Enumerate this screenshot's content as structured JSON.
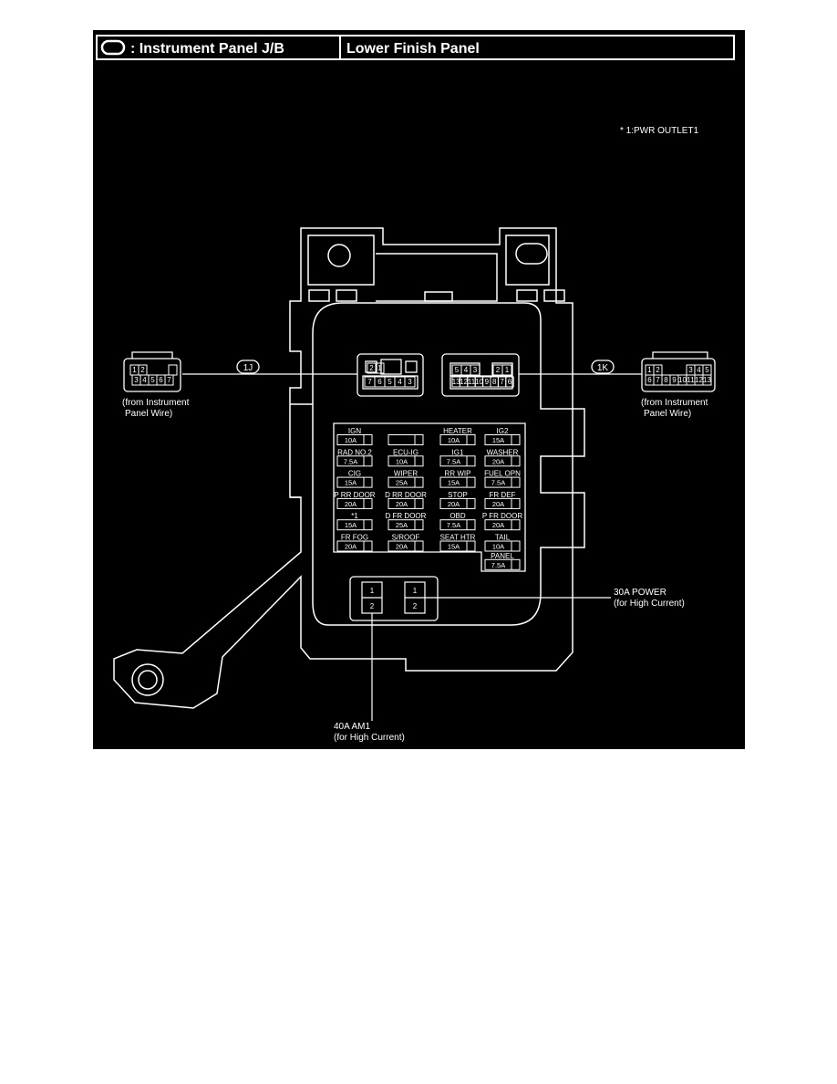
{
  "header": {
    "left_title": ": Instrument Panel J/B",
    "right_title": "Lower Finish Panel"
  },
  "footnote": "* 1:PWR OUTLET1",
  "connectors": {
    "left": {
      "callout": "1J",
      "source_line1": "(from Instrument",
      "source_line2": "Panel Wire)",
      "pins_top": [
        "1",
        "2"
      ],
      "pins_bottom": [
        "3",
        "4",
        "5",
        "6",
        "7"
      ],
      "jb_pins_top": [
        "2",
        "1"
      ],
      "jb_pins_bottom": [
        "7",
        "6",
        "5",
        "4",
        "3"
      ]
    },
    "right": {
      "callout": "1K",
      "source_line1": "(from Instrument",
      "source_line2": "Panel Wire)",
      "pins_top_left": [
        "1",
        "2"
      ],
      "pins_top_right": [
        "3",
        "4",
        "5"
      ],
      "pins_bottom": [
        "6",
        "7",
        "8",
        "9",
        "10",
        "11",
        "12",
        "13"
      ],
      "jb_pins_top_left": [
        "5",
        "4",
        "3"
      ],
      "jb_pins_top_right": [
        "2",
        "1"
      ],
      "jb_pins_bottom": [
        "13",
        "12",
        "11",
        "10",
        "9",
        "8",
        "7",
        "6"
      ]
    }
  },
  "fuses": {
    "grid": [
      [
        {
          "name": "IGN",
          "amp": "10A"
        },
        {
          "name": "",
          "amp": ""
        },
        {
          "name": "HEATER",
          "amp": "10A"
        },
        {
          "name": "IG2",
          "amp": "15A"
        }
      ],
      [
        {
          "name": "RAD NO.2",
          "amp": "7.5A"
        },
        {
          "name": "ECU-IG",
          "amp": "10A"
        },
        {
          "name": "IG1",
          "amp": "7.5A"
        },
        {
          "name": "WASHER",
          "amp": "20A"
        }
      ],
      [
        {
          "name": "CIG",
          "amp": "15A"
        },
        {
          "name": "WIPER",
          "amp": "25A"
        },
        {
          "name": "RR WIP",
          "amp": "15A"
        },
        {
          "name": "FUEL OPN",
          "amp": "7.5A"
        }
      ],
      [
        {
          "name": "P RR DOOR",
          "amp": "20A"
        },
        {
          "name": "D RR DOOR",
          "amp": "20A"
        },
        {
          "name": "STOP",
          "amp": "20A"
        },
        {
          "name": "FR DEF",
          "amp": "20A"
        }
      ],
      [
        {
          "name": "*1",
          "amp": "15A"
        },
        {
          "name": "D FR DOOR",
          "amp": "25A"
        },
        {
          "name": "OBD",
          "amp": "7.5A"
        },
        {
          "name": "P FR DOOR",
          "amp": "20A"
        }
      ],
      [
        {
          "name": "FR FOG",
          "amp": "20A"
        },
        {
          "name": "S/ROOF",
          "amp": "20A"
        },
        {
          "name": "SEAT HTR",
          "amp": "15A"
        },
        {
          "name": "TAIL",
          "amp": "10A"
        }
      ]
    ],
    "extra": {
      "name": "PANEL",
      "amp": "7.5A"
    }
  },
  "relays": {
    "pins": [
      "1",
      "2"
    ],
    "power": {
      "line1": "30A POWER",
      "line2": "(for High Current)"
    },
    "am1": {
      "line1": "40A AM1",
      "line2": "(for High Current)"
    }
  }
}
